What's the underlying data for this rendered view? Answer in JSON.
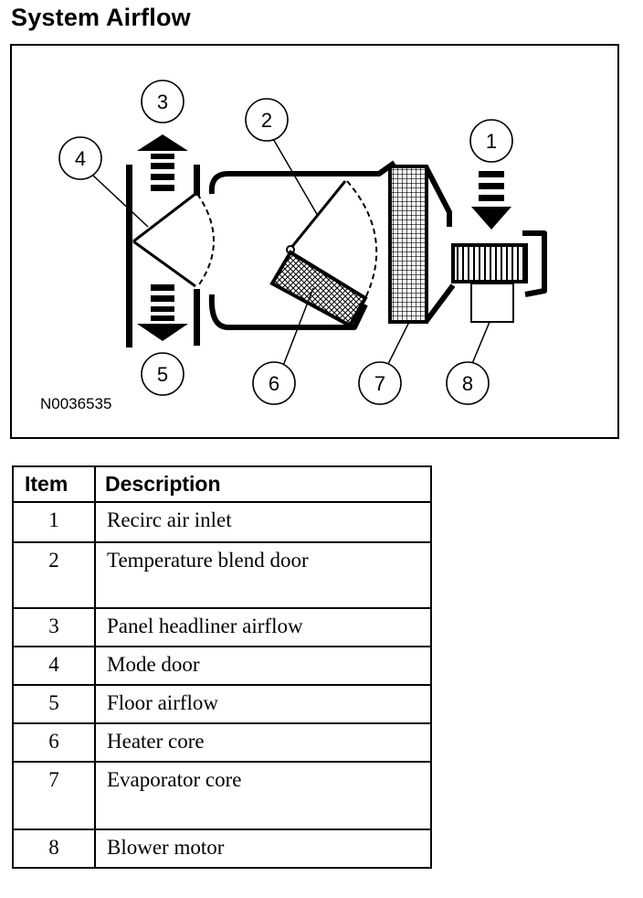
{
  "title": "System Airflow",
  "figure_id": "N0036535",
  "callouts": [
    "1",
    "2",
    "3",
    "4",
    "5",
    "6",
    "7",
    "8"
  ],
  "table": {
    "headers": [
      "Item",
      "Description"
    ],
    "rows": [
      {
        "item": "1",
        "description": "Recirc air inlet"
      },
      {
        "item": "2",
        "description": "Temperature blend door"
      },
      {
        "item": "3",
        "description": "Panel headliner airflow"
      },
      {
        "item": "4",
        "description": "Mode door"
      },
      {
        "item": "5",
        "description": "Floor airflow"
      },
      {
        "item": "6",
        "description": "Heater core"
      },
      {
        "item": "7",
        "description": "Evaporator core"
      },
      {
        "item": "8",
        "description": "Blower motor"
      }
    ]
  }
}
